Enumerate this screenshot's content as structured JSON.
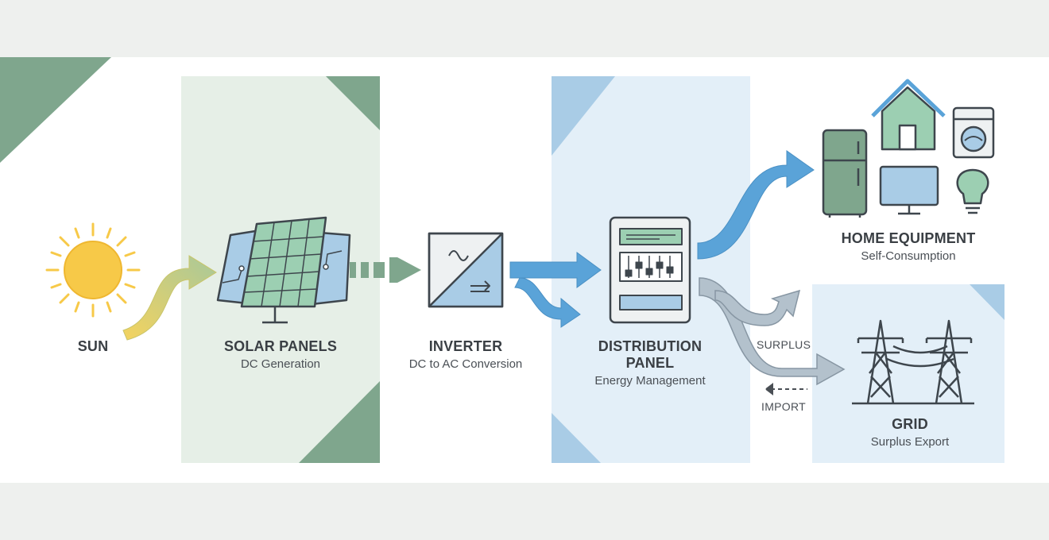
{
  "colors": {
    "green_panel": "#e6efe7",
    "green_accent": "#7fa68d",
    "blue_panel": "#e3eff8",
    "blue_accent": "#a9cce6",
    "sun_yellow": "#f7c948",
    "arrow_blue": "#5aa3d8",
    "arrow_grey": "#9aa9b5",
    "outline": "#3e464d"
  },
  "nodes": {
    "sun": {
      "title": "SUN",
      "icon": "sun-icon"
    },
    "solar_panels": {
      "title": "SOLAR PANELS",
      "subtitle": "DC Generation",
      "icon": "solar-panel-icon"
    },
    "inverter": {
      "title": "INVERTER",
      "subtitle": "DC to AC Conversion",
      "icon": "inverter-icon"
    },
    "distribution": {
      "title": "DISTRIBUTION\nPANEL",
      "subtitle": "Energy Management",
      "icon": "distribution-panel-icon"
    },
    "home": {
      "title": "HOME EQUIPMENT",
      "subtitle": "Self-Consumption",
      "icon": "house-icon"
    },
    "grid": {
      "title": "GRID",
      "subtitle": "Surplus Export",
      "icon": "power-tower-icon"
    }
  },
  "flows": {
    "surplus": "SURPLUS",
    "import": "IMPORT"
  }
}
